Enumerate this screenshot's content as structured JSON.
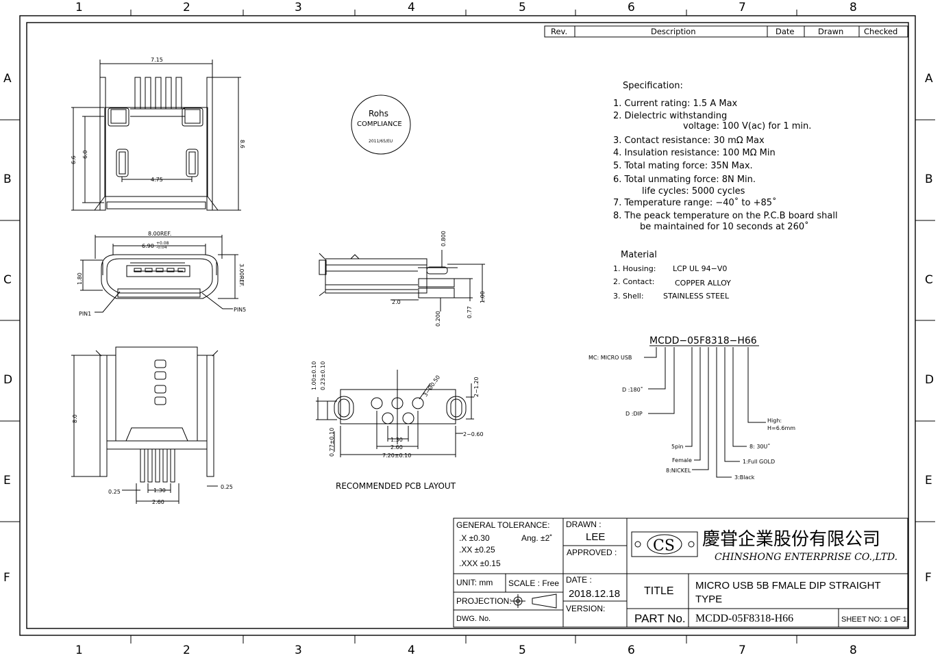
{
  "grid": {
    "columns": [
      "1",
      "2",
      "3",
      "4",
      "5",
      "6",
      "7",
      "8"
    ],
    "rows": [
      "A",
      "B",
      "C",
      "D",
      "E",
      "F"
    ]
  },
  "revision_table": {
    "headers": [
      "Rev.",
      "Description",
      "Date",
      "Drawn",
      "Checked"
    ]
  },
  "rohs": {
    "line1": "Rohs",
    "line2": "COMPLIANCE",
    "line3": "2011/65/EU"
  },
  "specification": {
    "title": "Specification:",
    "items": [
      "1.  Current rating:  1.5  A Max",
      "2.  Dielectric withstanding",
      "voltage:  100 V(ac)  for 1 min.",
      "3.  Contact resistance:  30 mΩ Max",
      "4.  Insulation resistance:  100 MΩ Min",
      "5.  Total mating force:  35N Max.",
      "6.  Total unmating force:  8N Min.",
      "life cycles: 5000 cycles",
      "7.  Temperature range:  −40˚ to +85˚",
      "8.  The peack temperature on the P.C.B board shall",
      "be maintained for 10 seconds at 260˚"
    ]
  },
  "material": {
    "title": "Material",
    "rows": [
      {
        "label": "1.  Housing:",
        "value": "LCP UL 94−V0"
      },
      {
        "label": "2.  Contact:",
        "value": "COPPER  ALLOY"
      },
      {
        "label": "3.  Shell:",
        "value": "STAINLESS  STEEL"
      }
    ]
  },
  "part_code": {
    "code": "MCDD−05F8318−H66",
    "labels": {
      "mc": "MC:  MICRO  USB",
      "d180": "D  :180˚",
      "ddip": "D  :DIP",
      "pin": "5pin",
      "female": "Female",
      "nickel": "8:NICKEL",
      "black": "3:Black",
      "gold": "1:Full  GOLD",
      "thirty": "8:  30U˚",
      "high1": "High:",
      "high2": "H=6.6mm"
    }
  },
  "dimensions": {
    "top": {
      "d715": "7.15",
      "d66": "6.6",
      "d60": "6.0",
      "d475": "4.75",
      "d86": "8.6"
    },
    "front": {
      "ref800": "8.00REF.",
      "d690": "6.90",
      "tol_p": "+0.08",
      "tol_m": "-0.04",
      "d180": "1.80",
      "ref300": "3.00REF.",
      "pin1": "PIN1",
      "pin5": "PIN5"
    },
    "side": {
      "d0800": "0.800",
      "d20": "2.0",
      "d0200": "0.200",
      "d077": "0.77",
      "d100": "1.00"
    },
    "bottom": {
      "d80": "8.0",
      "d025a": "0.25",
      "d130": "1.30",
      "d260": "2.60",
      "d025b": "0.25"
    },
    "pcb": {
      "d100": "1.00±0.10",
      "d023": "0.23±0.10",
      "d077": "0.77±0.10",
      "dphi": "3−Ø0.50",
      "d120": "2−1.20",
      "d060": "2−0.60",
      "d130": "1.30",
      "d260": "2.60",
      "d720": "7.20±0.10"
    }
  },
  "pcb_caption": "RECOMMENDED  PCB  LAYOUT",
  "title_block": {
    "general_tolerance": "GENERAL TOLERANCE:",
    "tol_x": ".X  ±0.30",
    "tol_ang": "Ang.  ±2˚",
    "tol_xx": ".XX ±0.25",
    "tol_xxx": ".XXX ±0.15",
    "unit": "UNIT:  mm",
    "scale": "SCALE :  Free",
    "projection": "PROJECTION:",
    "dwg_no": "DWG. No.",
    "drawn_label": "DRAWN :",
    "drawn_value": "LEE",
    "approved_label": "APPROVED :",
    "date_label": "DATE :",
    "date_value": "2018.12.18",
    "version_label": "VERSION:",
    "logo": "CS",
    "company_cn": "慶甞企業股份有限公司",
    "company_en": "CHINSHONG ENTERPRISE CO.,LTD.",
    "title_label": "TITLE",
    "title_line1": "MICRO USB 5B FMALE  DIP STRAIGHT",
    "title_line2": "TYPE",
    "part_no_label": "PART No.",
    "part_no_value": "MCDD-05F8318-H66",
    "sheet": "SHEET  NO:  1 OF 1"
  }
}
